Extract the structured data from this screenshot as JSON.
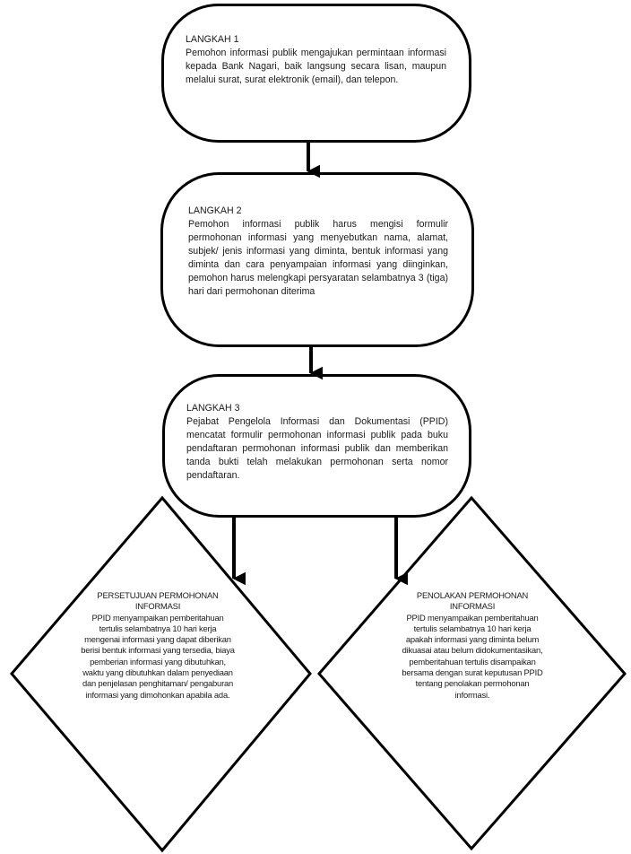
{
  "steps": [
    {
      "heading": "LANGKAH 1",
      "text": "Pemohon informasi publik mengajukan permintaan informasi kepada Bank Nagari, baik langsung secara lisan, maupun melalui surat, surat elektronik (email), dan telepon."
    },
    {
      "heading": "LANGKAH 2",
      "text": "Pemohon informasi publik harus mengisi formulir permohonan informasi yang menyebutkan nama, alamat, subjek/ jenis informasi yang diminta, bentuk informasi yang diminta dan cara penyampaian informasi yang diinginkan, pemohon harus melengkapi persyaratan selambatnya 3 (tiga) hari dari permohonan diterima"
    },
    {
      "heading": "LANGKAH 3",
      "text": "Pejabat Pengelola Informasi dan Dokumentasi (PPID) mencatat formulir permohonan informasi publik pada buku pendaftaran permohonan informasi publik dan memberikan tanda bukti telah melakukan permohonan serta nomor pendaftaran."
    }
  ],
  "outcomes": [
    {
      "heading": "PERSETUJUAN PERMOHONAN INFORMASI",
      "text": "PPID menyampaikan pemberitahuan tertulis selambatnya 10 hari kerja mengenai informasi yang dapat diberikan berisi bentuk informasi yang tersedia, biaya pemberian informasi yang dibutuhkan, waktu yang dibutuhkan dalam penyediaan dan penjelasan penghitaman/ pengaburan informasi yang dimohonkan apabila ada."
    },
    {
      "heading": "PENOLAKAN PERMOHONAN INFORMASI",
      "text": "PPID menyampaikan pemberitahuan tertulis selambatnya 10 hari kerja apakah informasi yang diminta belum dikuasai atau belum didokumentasikan, pemberitahuan tertulis disampaikan bersama dengan surat keputusan PPID tentang penolakan permohonan informasi."
    }
  ]
}
